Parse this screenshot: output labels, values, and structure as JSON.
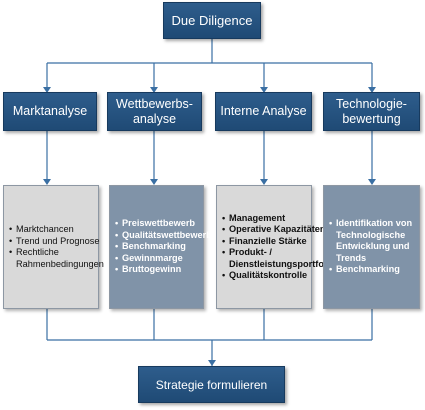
{
  "top": {
    "title": "Due Diligence"
  },
  "columns": [
    {
      "header": "Marktanalyse",
      "items": [
        "Marktchancen",
        "Trend und Prognose",
        "Rechtliche Rahmenbedingungen"
      ]
    },
    {
      "header": "Wettbewerbs-analyse",
      "items": [
        "Preiswettbewerb",
        "Qualitätswettbewerb",
        "Benchmarking",
        "Gewinnmarge",
        "Bruttogewinn"
      ]
    },
    {
      "header": "Interne Analyse",
      "items": [
        "Management",
        "Operative Kapazitäten",
        "Finanzielle Stärke",
        "Produkt- / Dienstleistungsportfolio",
        "Qualitätskontrolle"
      ]
    },
    {
      "header": "Technologie-bewertung",
      "items": [
        "Identifikation von Technologische Entwicklung und Trends",
        "Benchmarking"
      ]
    }
  ],
  "bottom": {
    "title": "Strategie formulieren"
  },
  "colors": {
    "header_blue": "#2e5d8c",
    "connector": "#3a6fa3",
    "panel_light": "#d9d9d9",
    "panel_dark": "#8093a8"
  }
}
